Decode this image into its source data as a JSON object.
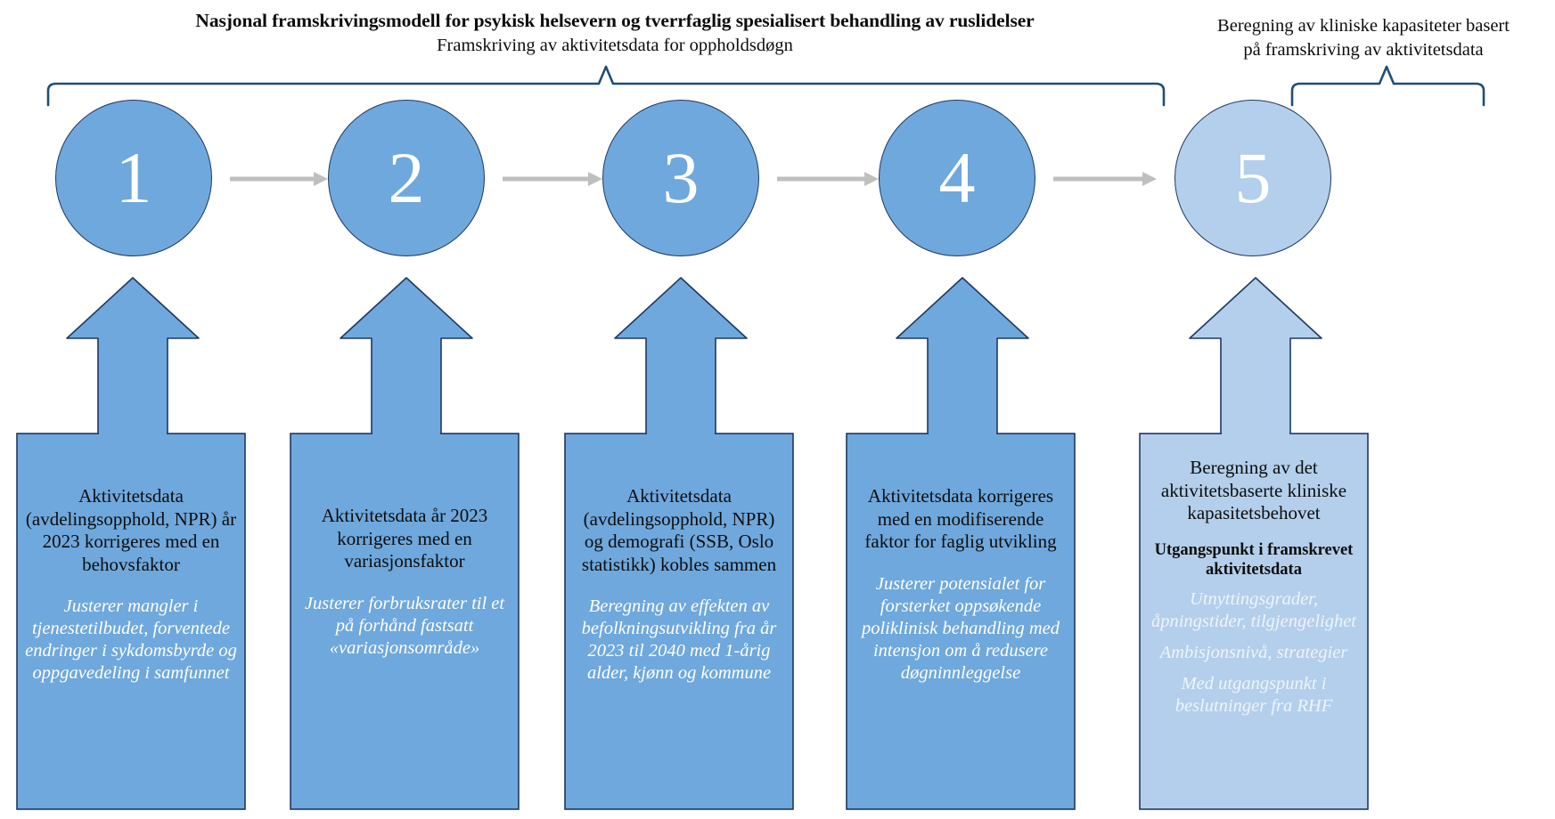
{
  "headers": {
    "main_title": "Nasjonal framskrivingsmodell for psykisk helsevern og tverrfaglig spesialisert behandling av ruslidelser",
    "main_subtitle": "Framskriving av aktivitetsdata for oppholdsdøgn",
    "right_title_line1": "Beregning av kliniske kapasiteter basert",
    "right_title_line2": "på framskriving av aktivitetsdata"
  },
  "colors": {
    "circle_dark": "#6fa8dc",
    "circle_light": "#b4cfeb",
    "box_dark": "#6fa8dc",
    "box_light": "#b4cfeb",
    "outline": "#1f3864",
    "connector_arrow": "#bfbfbf",
    "bracket": "#1f4e79",
    "title_text": "#0d0d0d",
    "sub_text": "#ffffff"
  },
  "steps": [
    {
      "number": "1",
      "circle_style": "dark",
      "box_style": "dark",
      "title": "Aktivitetsdata (avdelingsopphold, NPR) år 2023 korrigeres med en behovsfaktor",
      "subtitle": "Justerer mangler i tjenestetilbudet, forventede endringer i sykdomsbyrde og oppgavedeling i samfunnet"
    },
    {
      "number": "2",
      "circle_style": "dark",
      "box_style": "dark",
      "title": "Aktivitetsdata år 2023 korrigeres med en variasjonsfaktor",
      "subtitle": "Justerer forbruksrater til et på forhånd fastsatt «variasjonsområde»"
    },
    {
      "number": "3",
      "circle_style": "dark",
      "box_style": "dark",
      "title": "Aktivitetsdata (avdelingsopphold, NPR) og demografi (SSB, Oslo statistikk) kobles sammen",
      "subtitle": "Beregning av effekten av befolkningsutvikling fra år 2023 til 2040 med 1-årig alder, kjønn og kommune"
    },
    {
      "number": "4",
      "circle_style": "dark",
      "box_style": "dark",
      "title": "Aktivitetsdata korrigeres med en modifiserende faktor for faglig utvikling",
      "subtitle": "Justerer potensialet for forsterket oppsøkende poliklinisk behandling med intensjon om å redusere døgninnleggelse"
    },
    {
      "number": "5",
      "circle_style": "light",
      "box_style": "light",
      "title": "Beregning av det aktivitetsbaserte kliniske kapasitetsbehovet",
      "bold_line": "Utgangspunkt i framskrevet aktivitetsdata",
      "extra_lines": [
        "Utnyttingsgrader, åpningstider, tilgjengelighet",
        "Ambisjonsnivå, strategier",
        "Med utgangspunkt i beslutninger fra RHF"
      ]
    }
  ],
  "connectors": {
    "count": 4,
    "icon": "arrow-right-icon"
  },
  "up_arrows": {
    "count": 5,
    "icon": "arrow-up-icon"
  }
}
